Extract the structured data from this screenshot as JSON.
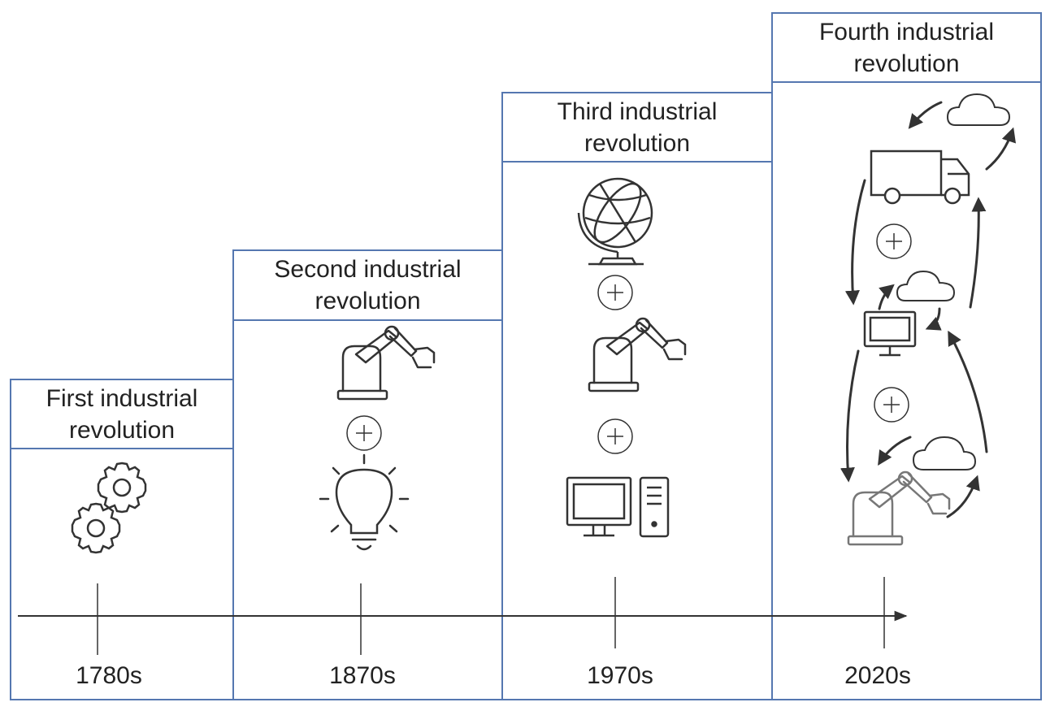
{
  "revolutions": [
    {
      "title_line1": "First industrial",
      "title_line2": "revolution",
      "year": "1780s"
    },
    {
      "title_line1": "Second industrial",
      "title_line2": "revolution",
      "year": "1870s"
    },
    {
      "title_line1": "Third industrial",
      "title_line2": "revolution",
      "year": "1970s"
    },
    {
      "title_line1": "Fourth industrial",
      "title_line2": "revolution",
      "year": "2020s"
    }
  ],
  "colors": {
    "frame": "#5577b0",
    "icon": "#333333",
    "text": "#222222"
  },
  "icons": {
    "first": [
      "gear-icon",
      "gear-icon"
    ],
    "second": [
      "robot-arm-icon",
      "plus-icon",
      "light-bulb-icon"
    ],
    "third": [
      "globe-icon",
      "plus-icon",
      "robot-arm-icon",
      "plus-icon",
      "computer-icon"
    ],
    "fourth": [
      "cloud-icon",
      "truck-icon",
      "plus-icon",
      "cloud-icon",
      "monitor-icon",
      "plus-icon",
      "cloud-icon",
      "robot-arm-icon",
      "cycle-arrow-icon"
    ]
  }
}
